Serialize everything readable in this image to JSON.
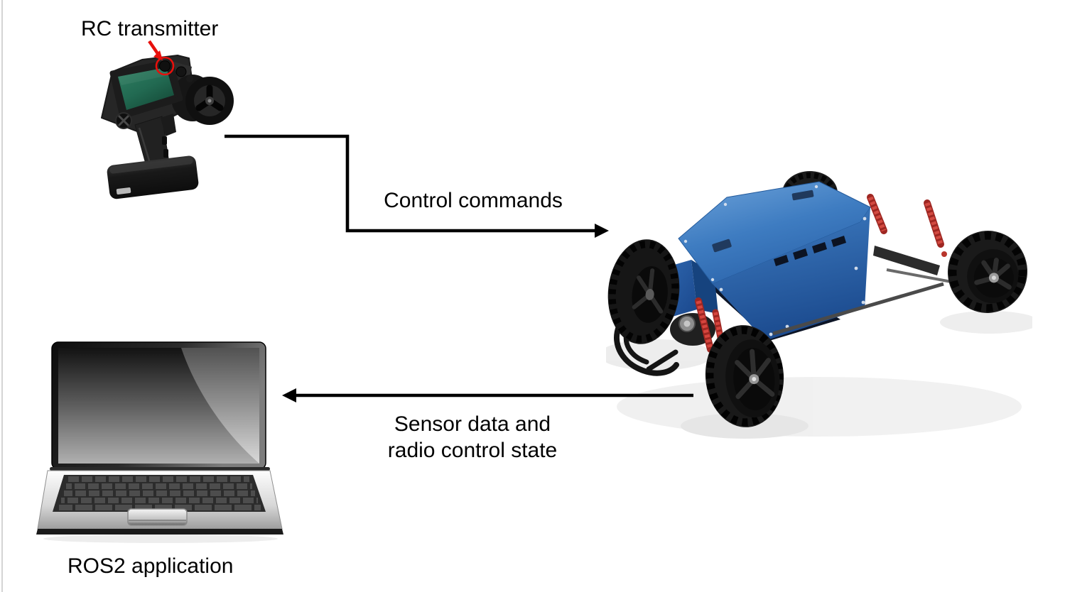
{
  "diagram": {
    "nodes": {
      "transmitter": {
        "label": "RC transmitter",
        "illustration": "rc-pistol-grip-transmitter"
      },
      "car": {
        "illustration": "rc-car-blue-chassis"
      },
      "laptop": {
        "label": "ROS2 application",
        "illustration": "open-laptop"
      }
    },
    "edges": {
      "control": {
        "from": "rc-transmitter",
        "to": "rc-car",
        "label": "Control commands",
        "direction": "right"
      },
      "sensor": {
        "from": "rc-car",
        "to": "laptop",
        "label_line1": "Sensor data and",
        "label_line2": "radio control state",
        "direction": "left"
      }
    },
    "annotation": {
      "type": "red-arrow-and-circle",
      "target": "transmitter-knob"
    },
    "colors": {
      "arrow": "#000000",
      "annotation_red": "#e8100c",
      "chassis_blue": "#3a77bc",
      "screen_green": "#25775c",
      "text": "#000000",
      "page_edge": "#d4d4d4",
      "background": "#ffffff"
    }
  }
}
